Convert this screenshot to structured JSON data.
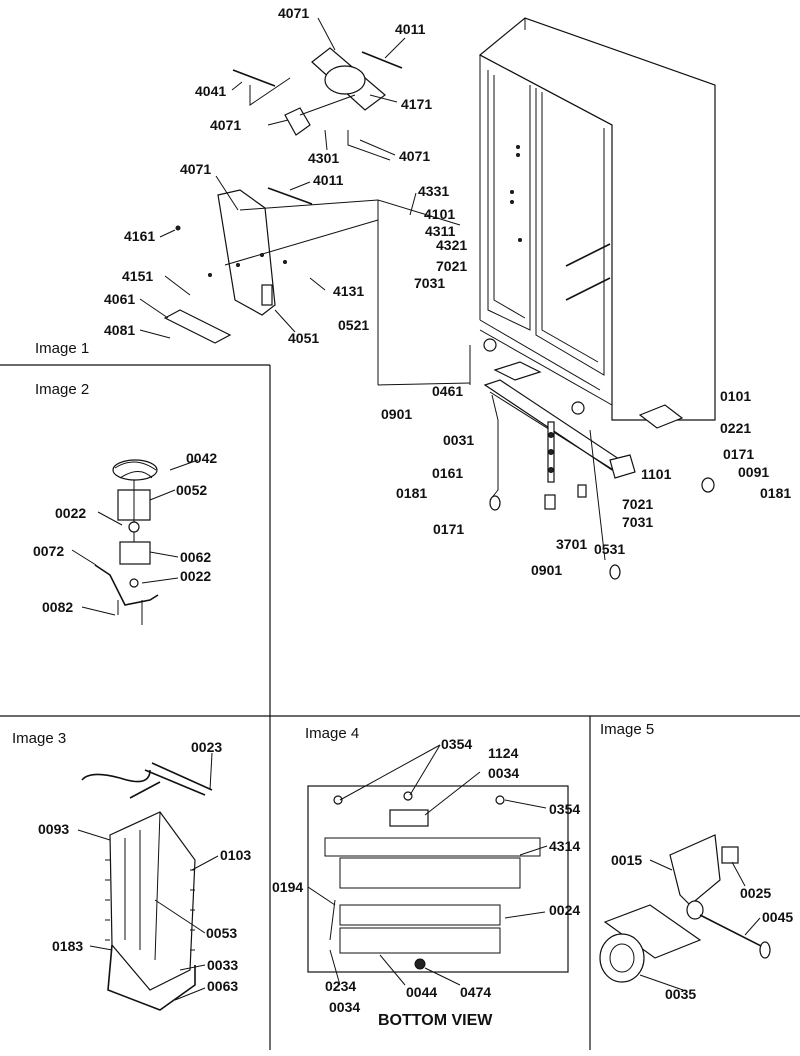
{
  "images": {
    "image1": {
      "title": "Image 1"
    },
    "image2": {
      "title": "Image 2"
    },
    "image3": {
      "title": "Image 3"
    },
    "image4": {
      "title": "Image 4",
      "caption": "BOTTOM VIEW"
    },
    "image5": {
      "title": "Image 5"
    }
  },
  "main_labels": [
    "4071",
    "4011",
    "4041",
    "4171",
    "4071",
    "4301",
    "4071",
    "4071",
    "4011",
    "4161",
    "4151",
    "4061",
    "4081",
    "4131",
    "4051",
    "4331",
    "4101",
    "4311",
    "4321",
    "7021",
    "7031",
    "0521",
    "0901",
    "0461",
    "0101",
    "0031",
    "0221",
    "0171",
    "0091",
    "0181",
    "0161",
    "0181",
    "1101",
    "7021",
    "7031",
    "0171",
    "3701",
    "0531",
    "0901"
  ],
  "image2_labels": [
    "0042",
    "0052",
    "0022",
    "0072",
    "0062",
    "0022",
    "0082"
  ],
  "image3_labels": [
    "0023",
    "0093",
    "0103",
    "0053",
    "0183",
    "0033",
    "0063"
  ],
  "image4_labels": [
    "0354",
    "1124",
    "0034",
    "0354",
    "4314",
    "0194",
    "0024",
    "0234",
    "0034",
    "0044",
    "0474"
  ],
  "image5_labels": [
    "0015",
    "0025",
    "0045",
    "0035"
  ]
}
